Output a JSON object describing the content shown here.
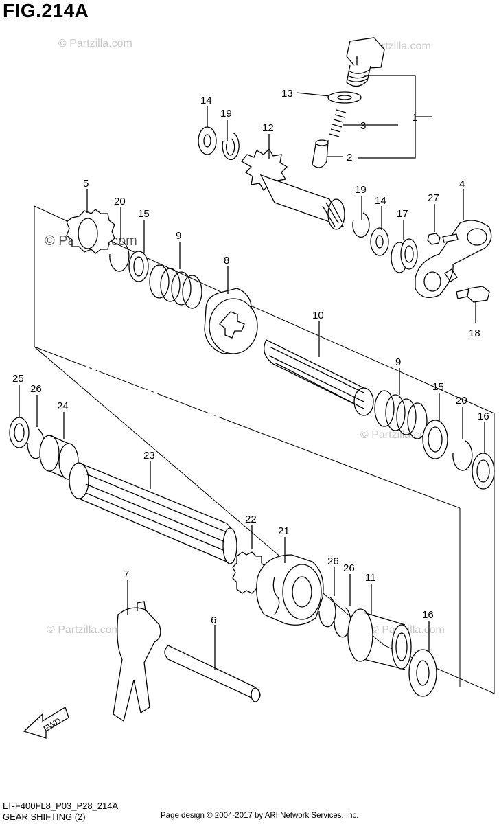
{
  "title": "FIG.214A",
  "diagram_code": "LT-F400FL8_P03_P28_214A",
  "diagram_name": "GEAR SHIFTING (2)",
  "copyright": "Page design © 2004-2017 by ARI Network Services, Inc.",
  "watermark": "© Partzilla.com",
  "fwd_label": "FWD",
  "callouts": {
    "c1": "1",
    "c2": "2",
    "c3": "3",
    "c4": "4",
    "c5": "5",
    "c6": "6",
    "c7": "7",
    "c8": "8",
    "c9a": "9",
    "c9b": "9",
    "c10": "10",
    "c11": "11",
    "c12": "12",
    "c13": "13",
    "c14a": "14",
    "c14b": "14",
    "c15a": "15",
    "c15b": "15",
    "c16a": "16",
    "c16b": "16",
    "c17": "17",
    "c18": "18",
    "c19a": "19",
    "c19b": "19",
    "c20a": "20",
    "c20b": "20",
    "c21": "21",
    "c22": "22",
    "c23": "23",
    "c24": "24",
    "c25": "25",
    "c26a": "26",
    "c26b": "26",
    "c26c": "26",
    "c27": "27"
  }
}
